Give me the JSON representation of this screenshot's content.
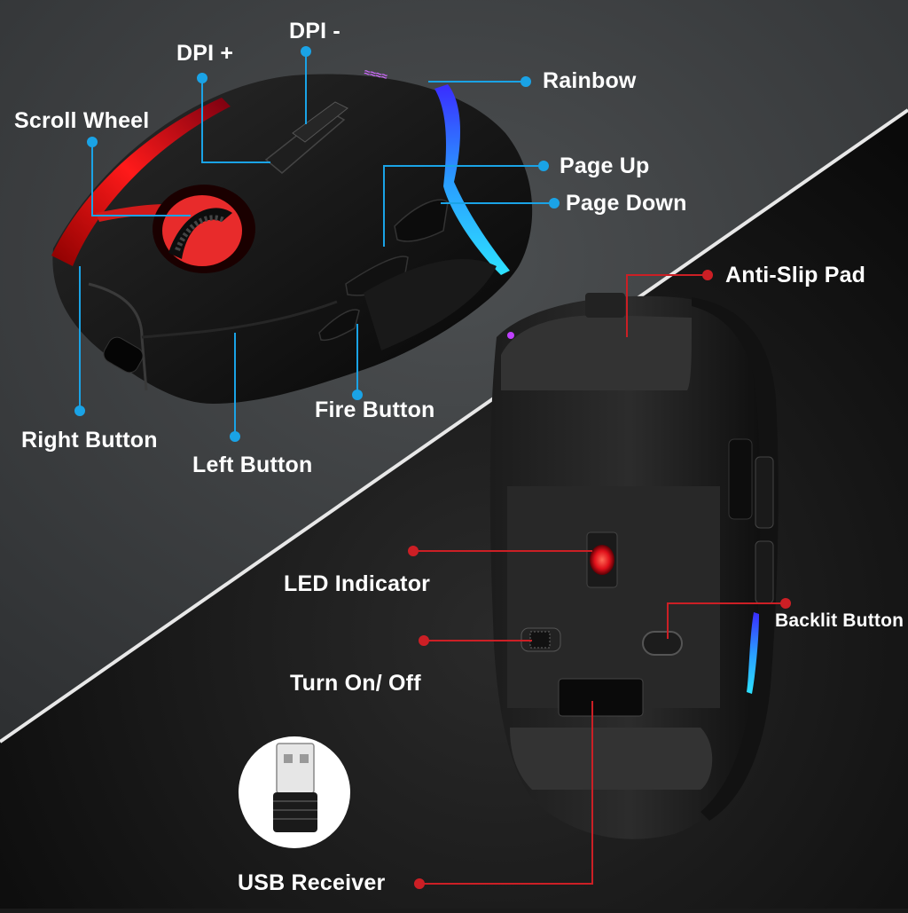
{
  "colors": {
    "upper_bg": "#3f4244",
    "lower_bg": "#111111",
    "blue_leader": "#1aa3e6",
    "red_leader": "#cc1f25",
    "label_text": "#ffffff"
  },
  "top_labels": {
    "dpi_minus": "DPI -",
    "dpi_plus": "DPI +",
    "rainbow": "Rainbow",
    "scroll_wheel": "Scroll Wheel",
    "page_up": "Page Up",
    "page_down": "Page Down",
    "right_button": "Right Button",
    "left_button": "Left Button",
    "fire_button": "Fire Button"
  },
  "bottom_labels": {
    "anti_slip_pad": "Anti-Slip Pad",
    "led_indicator": "LED Indicator",
    "backlit_button": "Backlit Button",
    "turn_on_off": "Turn On/ Off",
    "usb_receiver": "USB Receiver"
  }
}
